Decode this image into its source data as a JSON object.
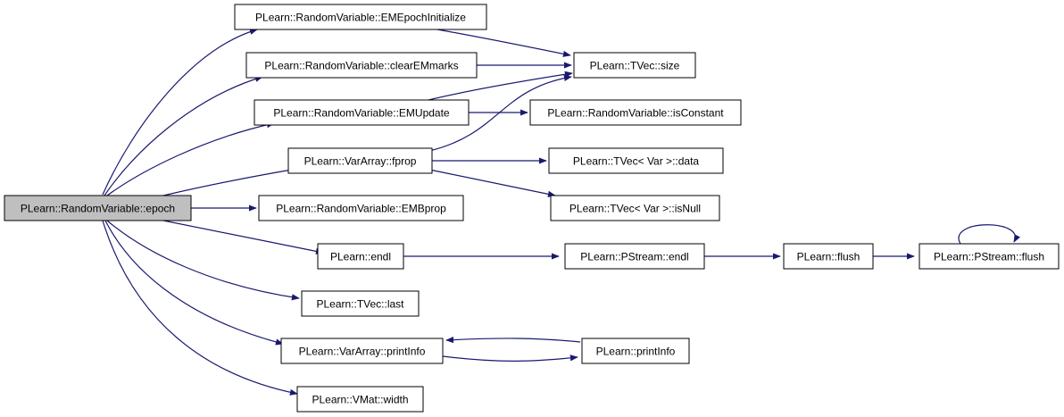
{
  "graph": {
    "edge_color": "#191970",
    "node_fill": "#ffffff",
    "root_fill": "#bfbfbf",
    "nodes": [
      {
        "id": "epoch",
        "label": "PLearn::RandomVariable::epoch",
        "root": true
      },
      {
        "id": "em_init",
        "label": "PLearn::RandomVariable::EMEpochInitialize"
      },
      {
        "id": "clear_em",
        "label": "PLearn::RandomVariable::clearEMmarks"
      },
      {
        "id": "em_update",
        "label": "PLearn::RandomVariable::EMUpdate"
      },
      {
        "id": "fprop",
        "label": "PLearn::VarArray::fprop"
      },
      {
        "id": "em_bprop",
        "label": "PLearn::RandomVariable::EMBprop"
      },
      {
        "id": "endl",
        "label": "PLearn::endl"
      },
      {
        "id": "tvec_last",
        "label": "PLearn::TVec::last"
      },
      {
        "id": "va_printinfo",
        "label": "PLearn::VarArray::printInfo"
      },
      {
        "id": "vmat_width",
        "label": "PLearn::VMat::width"
      },
      {
        "id": "tvec_size",
        "label": "PLearn::TVec::size"
      },
      {
        "id": "is_constant",
        "label": "PLearn::RandomVariable::isConstant"
      },
      {
        "id": "tvec_data",
        "label": "PLearn::TVec< Var >::data"
      },
      {
        "id": "tvec_isnull",
        "label": "PLearn::TVec< Var >::isNull"
      },
      {
        "id": "pstream_endl",
        "label": "PLearn::PStream::endl"
      },
      {
        "id": "flush",
        "label": "PLearn::flush"
      },
      {
        "id": "pstream_flush",
        "label": "PLearn::PStream::flush"
      },
      {
        "id": "printinfo",
        "label": "PLearn::printInfo"
      }
    ]
  }
}
